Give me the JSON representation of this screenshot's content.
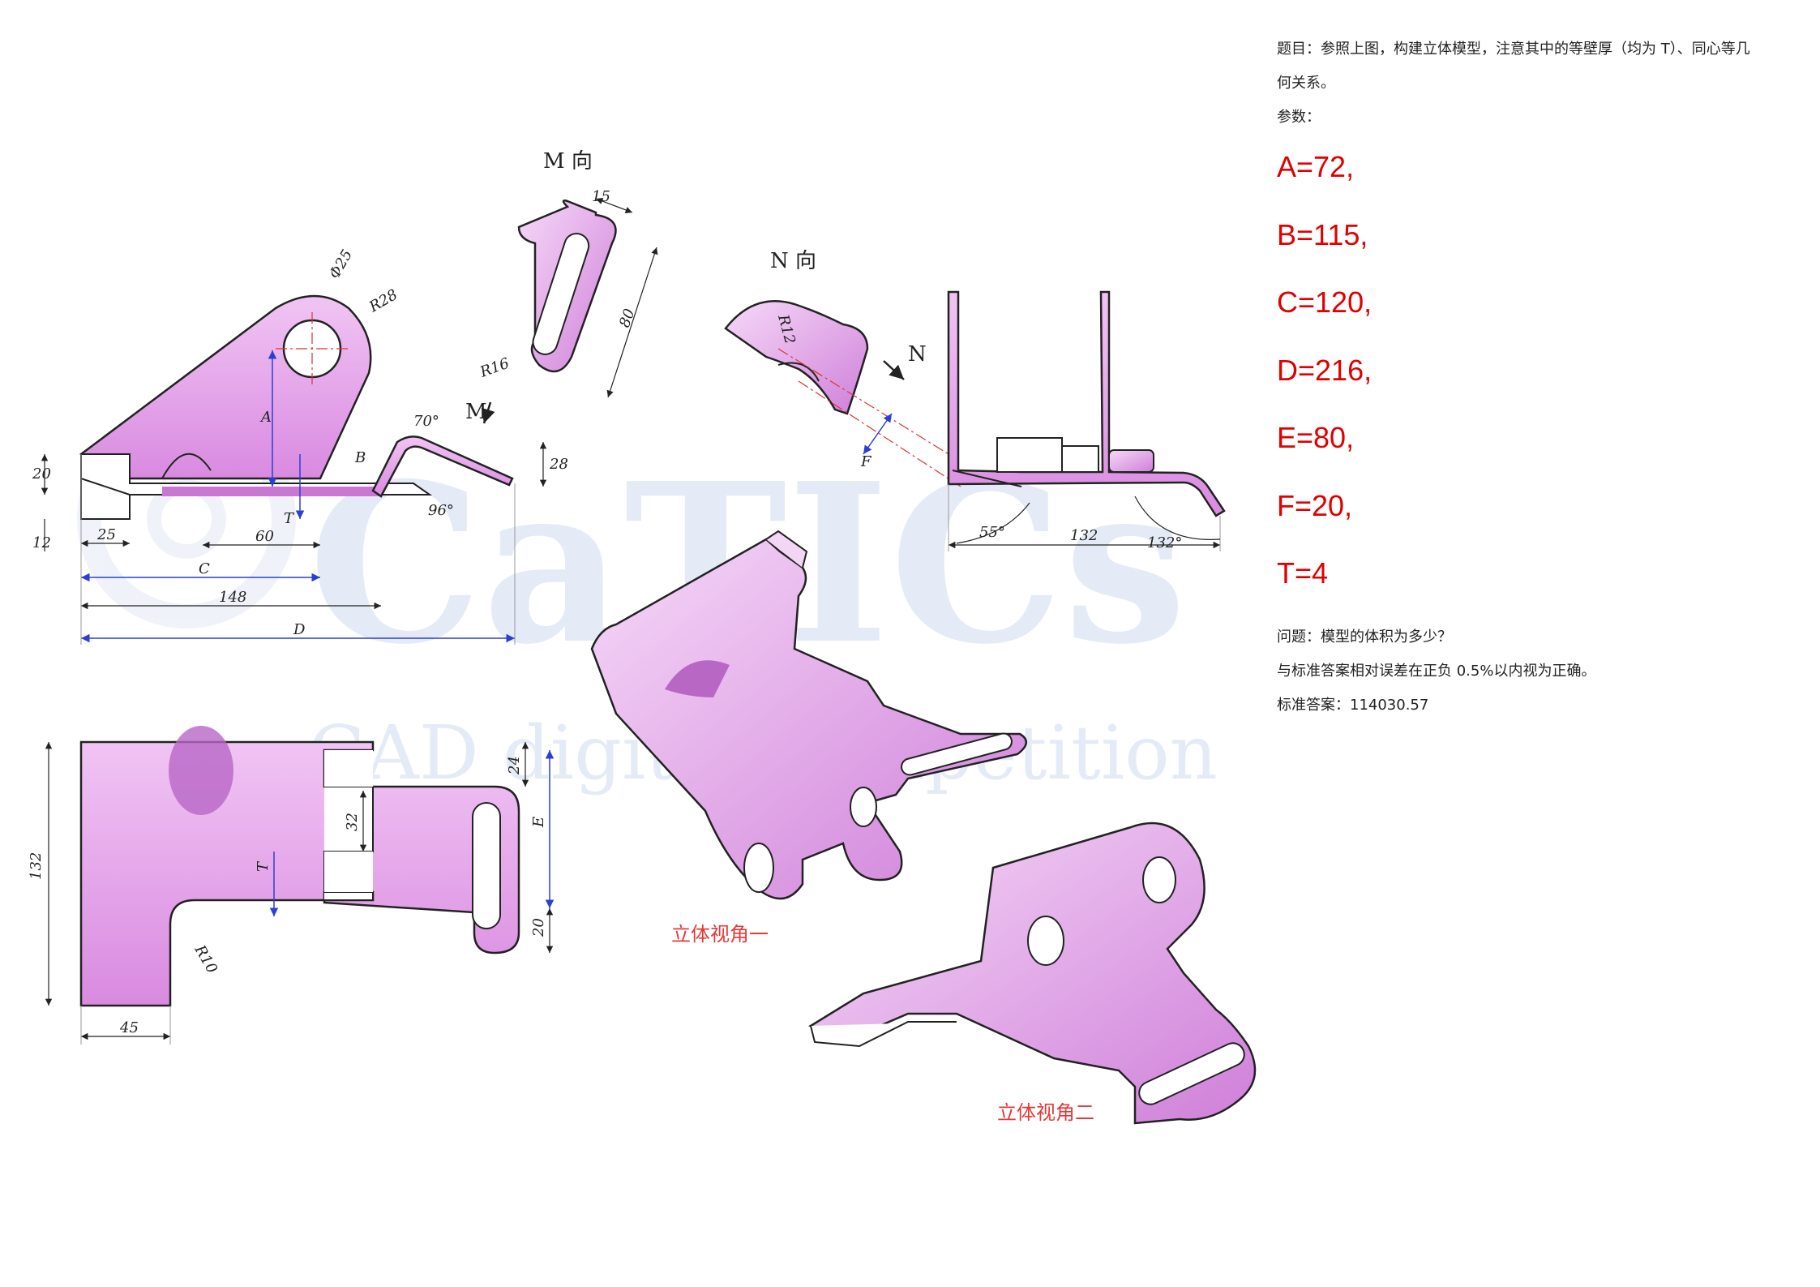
{
  "panel": {
    "title_line1": "题目：参照上图，构建立体模型，注意其中的等壁厚（均为 T）、同心等几",
    "title_line2": "何关系。",
    "params_label": "参数：",
    "params": [
      "A=72,",
      "B=115,",
      "C=120,",
      "D=216,",
      "E=80,",
      "F=20,",
      "T=4"
    ],
    "question": "问题：模型的体积为多少？",
    "tolerance": "与标准答案相对误差在正负 0.5%以内视为正确。",
    "answer": "标准答案：114030.57"
  },
  "drawing": {
    "view_m": "M 向",
    "view_n": "N 向",
    "arrow_m": "M",
    "arrow_n": "N",
    "iso1": "立体视角一",
    "iso2": "立体视角二",
    "watermark": "CaTICs",
    "watermark_sub": "CAD digital competition",
    "dims": {
      "d25": "Φ25",
      "r28": "R28",
      "a": "A",
      "b": "B",
      "t": "T",
      "c": "C",
      "d": "D",
      "e": "E",
      "f": "F",
      "n20": "20",
      "n12": "12",
      "n25": "25",
      "n60": "60",
      "n148": "148",
      "n70": "70°",
      "n96": "96°",
      "n28": "28",
      "n15": "15",
      "n80": "80",
      "r16": "R16",
      "r12": "R12",
      "n55": "55°",
      "n132": "132",
      "n132deg": "132°",
      "n24": "24",
      "n32": "32",
      "n20b": "20",
      "r10": "R10",
      "n45": "45",
      "n132v": "132"
    }
  },
  "colors": {
    "part": "#e39be8",
    "part_dark": "#b76ac4",
    "dim_blue": "#2b3fd6",
    "label_red": "#e23a3a",
    "param_red": "#e00000"
  }
}
